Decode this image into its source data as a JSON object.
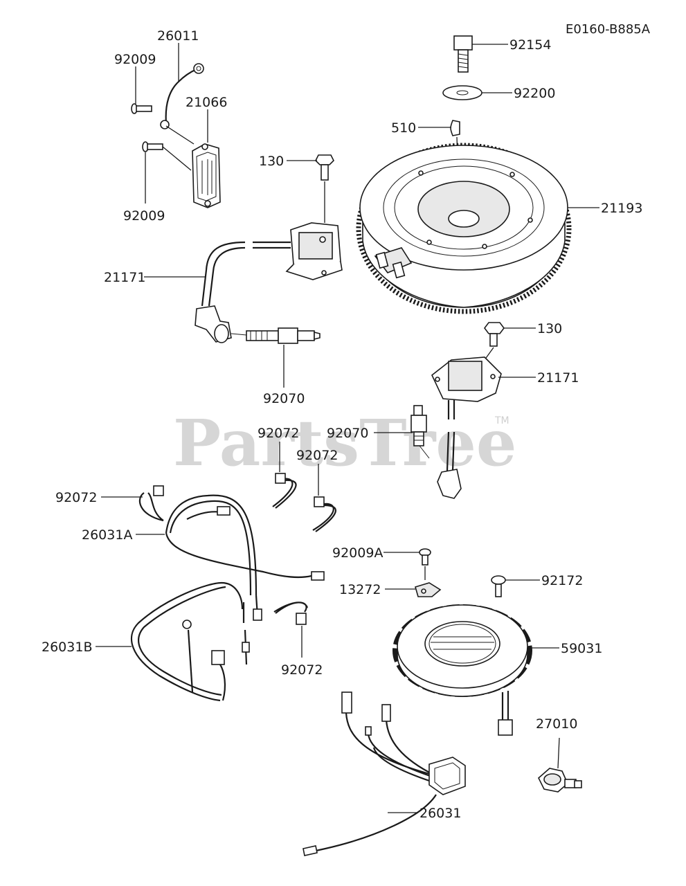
{
  "diagram_code": "E0160-B885A",
  "watermark": {
    "text": "PartsTree",
    "mark": "TM"
  },
  "callouts": {
    "c26011": "26011",
    "c92009_top": "92009",
    "c21066": "21066",
    "c92009_bottom": "92009",
    "c92154": "92154",
    "c92200": "92200",
    "c510": "510",
    "c130_top": "130",
    "c21193": "21193",
    "c21171_left": "21171",
    "c130_right": "130",
    "c21171_right": "21171",
    "c92070_left": "92070",
    "c92070_right": "92070",
    "c92072_a": "92072",
    "c92072_b": "92072",
    "c92072_c": "92072",
    "c92072_d": "92072",
    "c26031A": "26031A",
    "c92009A": "92009A",
    "c13272": "13272",
    "c92172": "92172",
    "c59031": "59031",
    "c26031B": "26031B",
    "c27010": "27010",
    "c26031": "26031"
  }
}
